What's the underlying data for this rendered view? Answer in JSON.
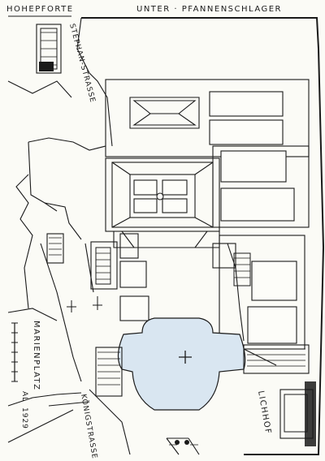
{
  "labels": {
    "top_left": "HOHEPFORTE",
    "top_center": "UNTER · PFANNENSCHLAGER",
    "street_stephan": "STEPHAN-STRASSE",
    "square": "MARIENPLATZ",
    "street_koenig": "KÖNIGSTRASSE",
    "courtyard": "LICHHOF",
    "signature": "AL",
    "year": "1929"
  },
  "colors": {
    "ink": "#1a1a1a",
    "paper": "#fbfbf6",
    "church_fill": "#d9e6f1"
  }
}
